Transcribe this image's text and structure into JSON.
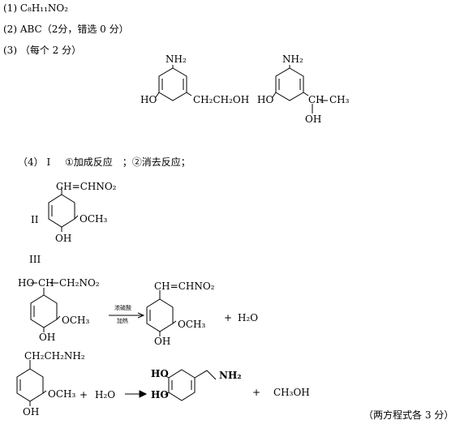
{
  "answers": {
    "q1": {
      "label": "(1)",
      "formula": "C₈H₁₁NO₂"
    },
    "q2": {
      "label": "(2)",
      "text": "ABC（2分，错选 0 分）"
    },
    "q3": {
      "label": "(3)",
      "text": "（每个 2 分）"
    },
    "q4": {
      "label": "（4）",
      "roman1": "I",
      "part1_text": "①加成反应　；②消去反应；",
      "roman2": "II",
      "roman3": "III",
      "note": "（两方程式各 3 分）"
    }
  },
  "structures": {
    "s3a": {
      "top": "NH₂",
      "left": "HO",
      "right": "CH₂CH₂OH"
    },
    "s3b": {
      "top": "NH₂",
      "left": "HO",
      "right_main": "CH",
      "right_end": "CH₃",
      "bottom": "OH"
    },
    "s4ii": {
      "top": "CH=CHNO₂",
      "right": "OCH₃",
      "bottom": "OH"
    },
    "eq1_reactant": {
      "top_left": "HO",
      "top_mid": "CH",
      "top_right": "CH₂NO₂",
      "right": "OCH₃",
      "bottom": "OH"
    },
    "eq1_arrow": {
      "above": "浓硫酸",
      "below": "加热"
    },
    "eq1_product": {
      "top": "CH=CHNO₂",
      "right": "OCH₃",
      "bottom": "OH"
    },
    "eq1_plus": "+",
    "eq1_water": "H₂O",
    "eq2_reactant": {
      "top": "CH₂CH₂NH₂",
      "right": "OCH₃",
      "bottom": "OH"
    },
    "eq2_plus1": "+",
    "eq2_water": "H₂O",
    "eq2_product": {
      "ho_upper": "HO",
      "ho_lower": "HO",
      "amine": "NH₂"
    },
    "eq2_plus2": "+",
    "eq2_methanol": "CH₃OH"
  }
}
